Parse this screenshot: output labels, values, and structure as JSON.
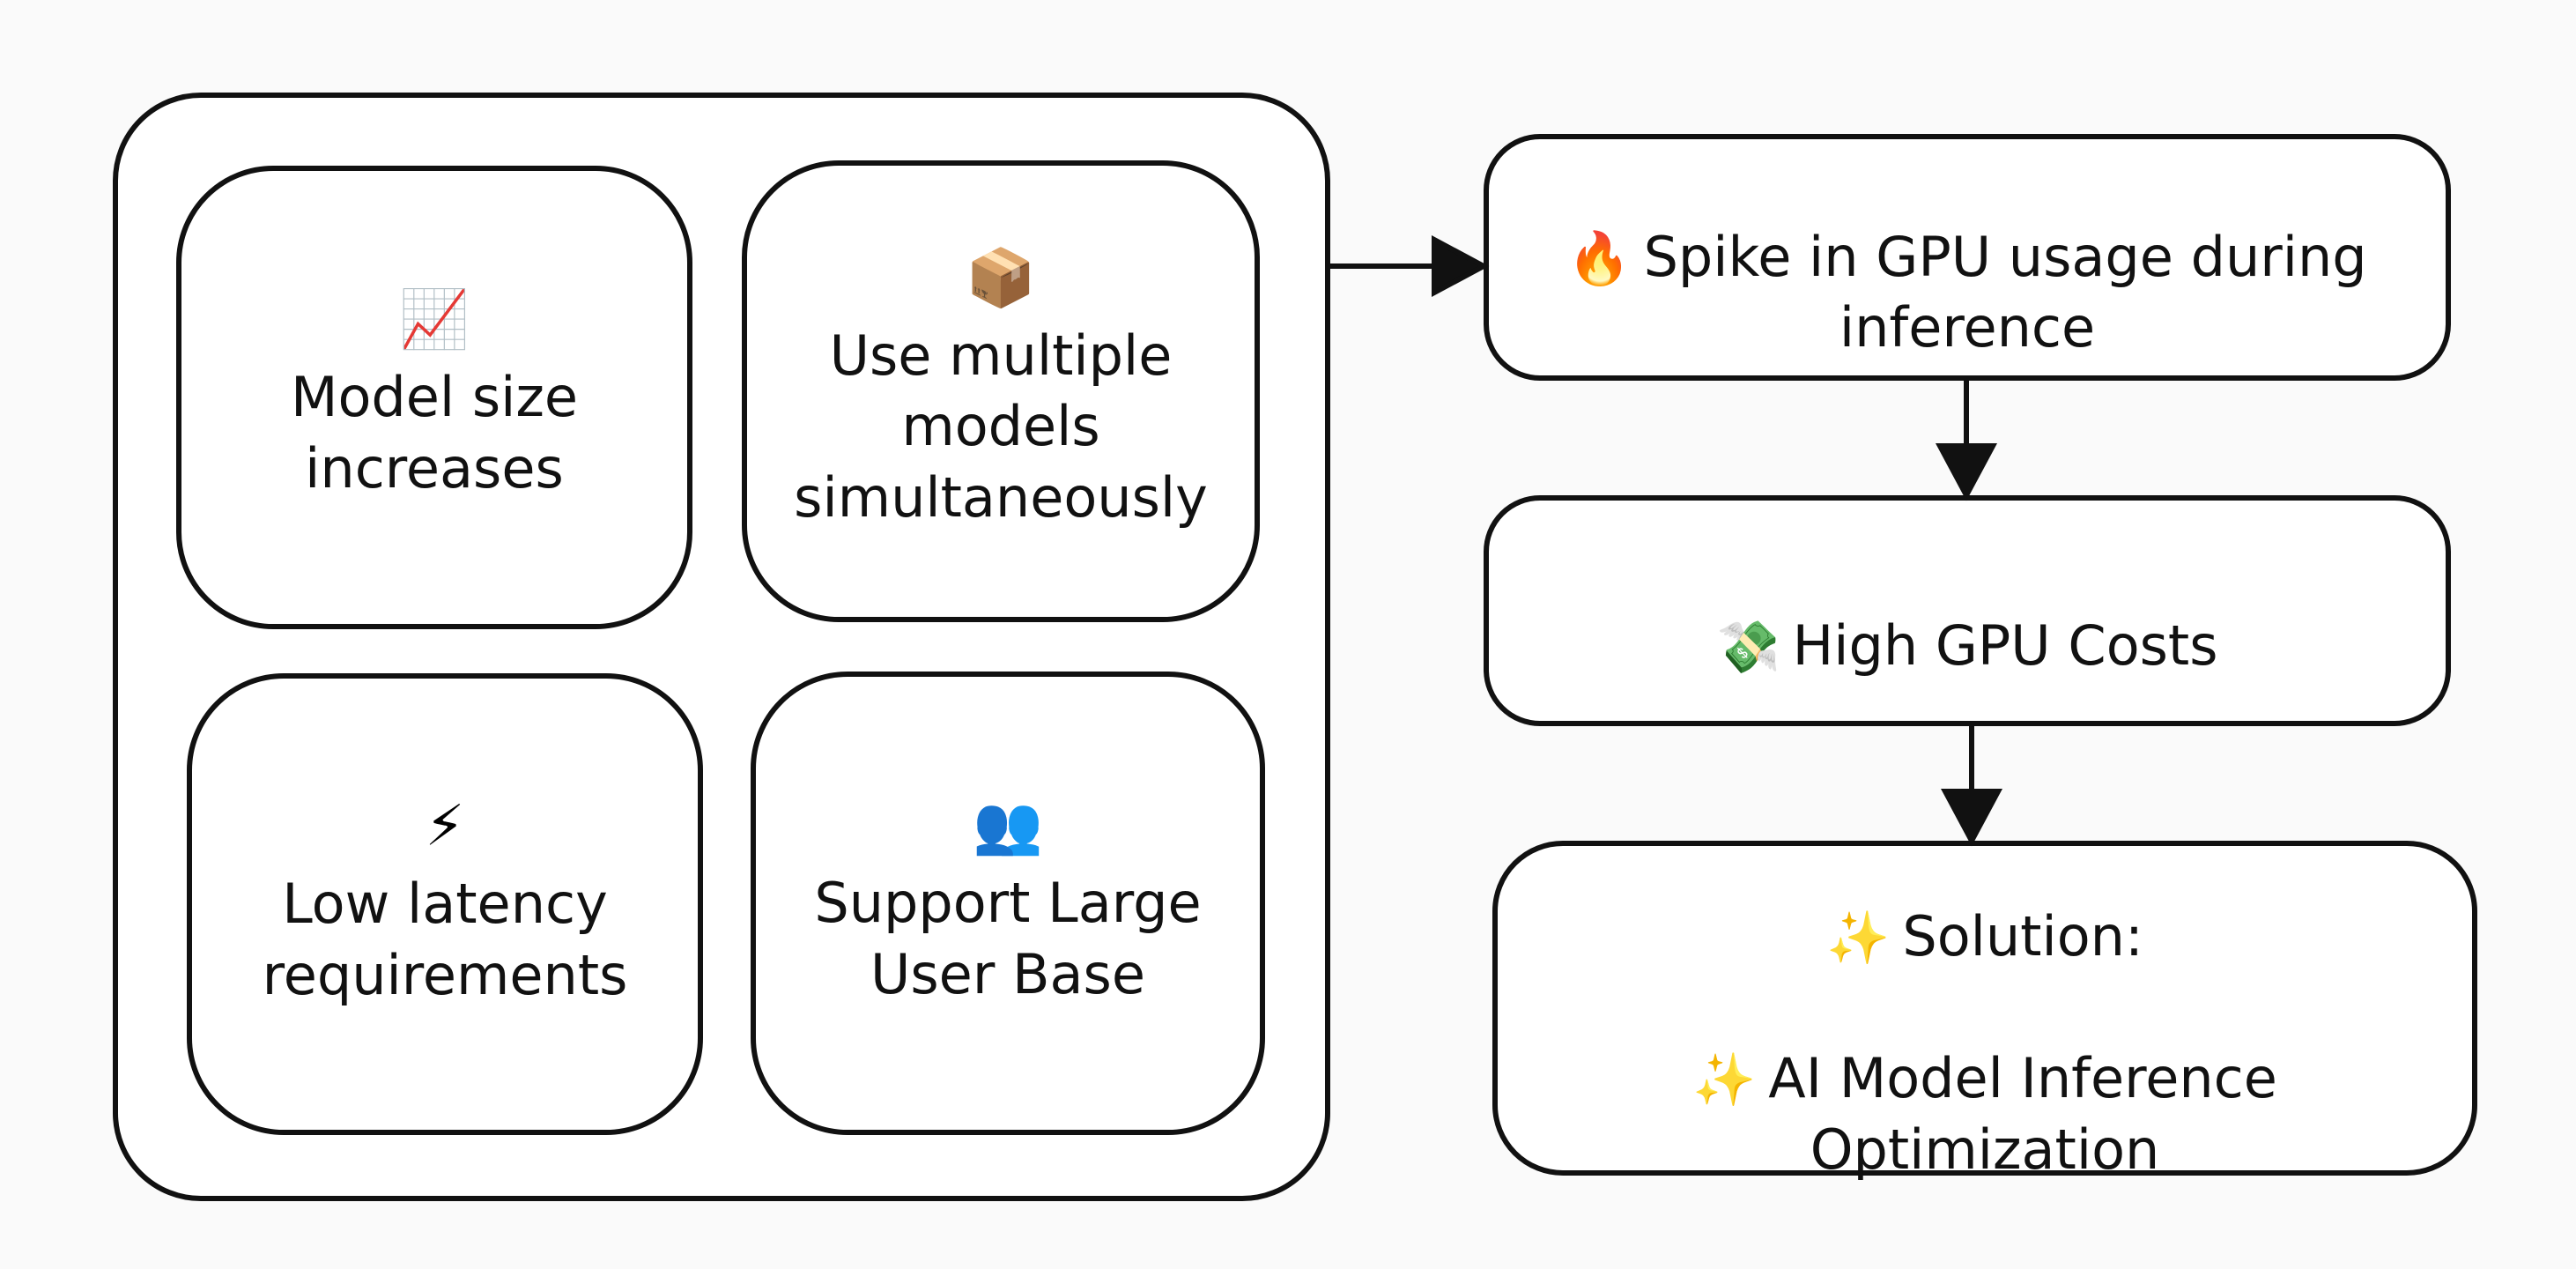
{
  "causes": [
    {
      "icon": "chart-increasing-icon",
      "emoji": "📈",
      "label": "Model size\nincreases"
    },
    {
      "icon": "package-icon",
      "emoji": "📦",
      "label": "Use multiple\nmodels\nsimultaneously"
    },
    {
      "icon": "lightning-icon",
      "emoji": "⚡",
      "label": "Low latency\nrequirements"
    },
    {
      "icon": "users-icon",
      "emoji": "👥",
      "label": "Support Large\nUser Base"
    }
  ],
  "flow": [
    {
      "icon": "fire-icon",
      "emoji": "🔥",
      "label": "Spike in GPU usage during\ninference"
    },
    {
      "icon": "money-with-wings-icon",
      "emoji": "💸",
      "label": "High GPU Costs"
    },
    {
      "icon": "sparkles-icon",
      "emoji": "✨",
      "label_line1": "Solution:",
      "emoji2": "✨",
      "label_line2": "AI Model Inference\nOptimization"
    }
  ],
  "colors": {
    "stroke": "#111111",
    "background": "#fafafa",
    "box_fill": "#ffffff"
  }
}
